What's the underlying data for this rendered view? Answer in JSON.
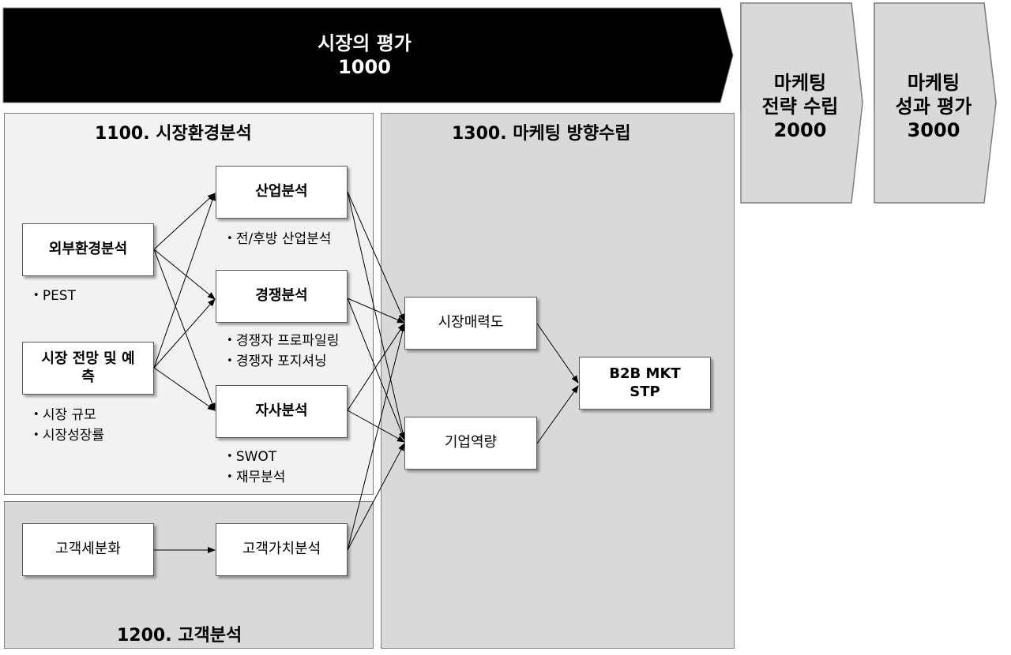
{
  "header": {
    "main": {
      "title": "시장의 평가",
      "code": "1000"
    },
    "strategy": {
      "line1": "마케팅",
      "line2": "전략 수립",
      "code": "2000"
    },
    "evaluation": {
      "line1": "마케팅",
      "line2": "성과 평가",
      "code": "3000"
    }
  },
  "panels": {
    "environment": {
      "title": "1100. 시장환경분석"
    },
    "customer": {
      "title": "1200. 고객분석"
    },
    "direction": {
      "title": "1300. 마케팅 방향수립"
    }
  },
  "nodes": {
    "external": {
      "label": "외부환경분석",
      "bullets": [
        "PEST"
      ]
    },
    "forecast": {
      "label": "시장 전망 및 예측",
      "bullets": [
        "시장 규모",
        "시장성장률"
      ]
    },
    "industry": {
      "label": "산업분석",
      "bullets": [
        "전/후방 산업분석"
      ]
    },
    "competition": {
      "label": "경쟁분석",
      "bullets": [
        "경쟁자 프로파일링",
        "경쟁자 포지셔닝"
      ]
    },
    "company": {
      "label": "자사분석",
      "bullets": [
        "SWOT",
        "재무분석"
      ]
    },
    "segmentation": {
      "label": "고객세분화"
    },
    "value": {
      "label": "고객가치분석"
    },
    "attractiveness": {
      "label": "시장매력도"
    },
    "capability": {
      "label": "기업역량"
    },
    "stp": {
      "line1": "B2B MKT",
      "line2": "STP"
    }
  },
  "colors": {
    "main_chevron": "#000000",
    "side_chevron": "#d9d9d9",
    "panel_light": "#f2f2f2",
    "panel_mid": "#d9d9d9"
  }
}
